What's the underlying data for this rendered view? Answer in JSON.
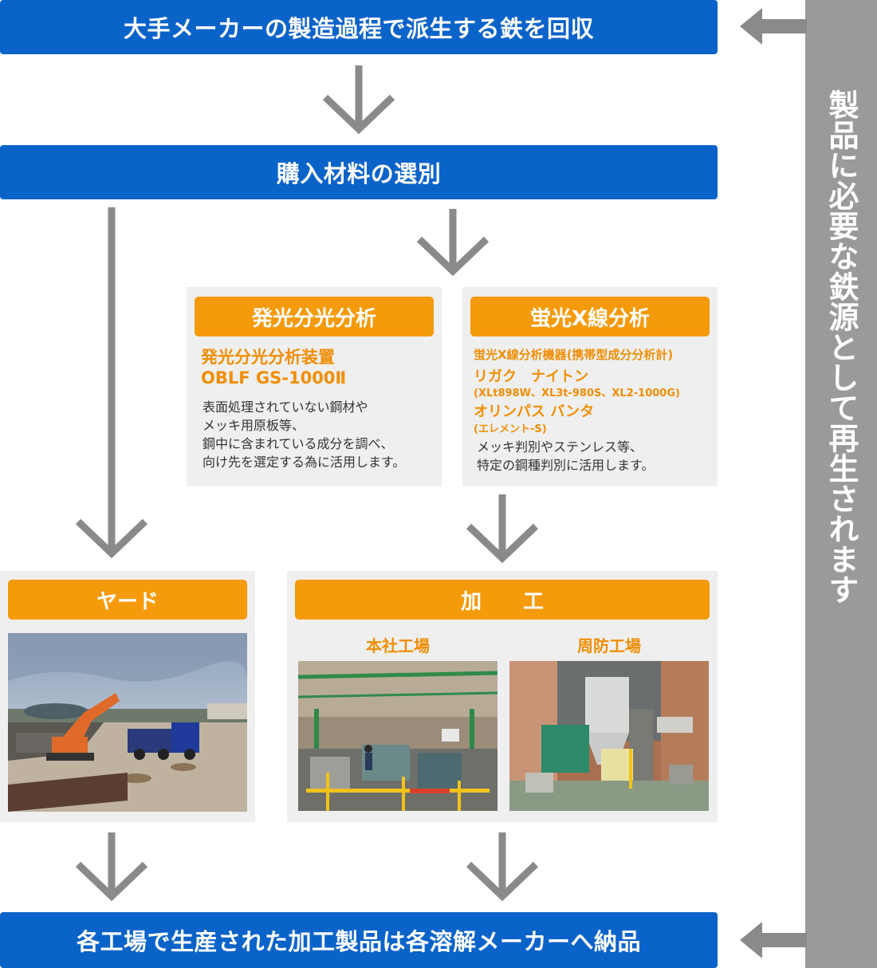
{
  "flow": {
    "step1": "大手メーカーの製造過程で派生する鉄を回収",
    "step2": "購入材料の選別",
    "final": "各工場で生産された加工製品は各溶解メーカーへ納品"
  },
  "side_label": "製品に必要な鉄源として再生されます",
  "oes": {
    "header": "発光分光分析",
    "title_line1": "発光分光分析装置",
    "title_line2": "OBLF GS-1000Ⅱ",
    "desc_lines": [
      "表面処理されていない鋼材や",
      "メッキ用原板等、",
      "鋼中に含まれている成分を調べ、",
      "向け先を選定する為に活用します。"
    ]
  },
  "xrf": {
    "header": "蛍光X線分析",
    "line1": "蛍光X線分析機器(携帯型成分分析計)",
    "line2": "リガク　ナイトン",
    "line3": "(XLt898W、XL3t-980S、XL2-1000G)",
    "line4": "オリンパス バンタ",
    "line5": "(エレメント-S)",
    "desc_lines": [
      "メッキ判別やステンレス等、",
      "特定の鋼種判別に活用します。"
    ]
  },
  "yard": {
    "header": "ヤード"
  },
  "processing": {
    "header": "加　　工",
    "plant1": "本社工場",
    "plant2": "周防工場"
  },
  "colors": {
    "blue": "#0a63c9",
    "orange": "#f59a0a",
    "orange_text": "#f08e05",
    "arrow_gray": "#8a8a8a",
    "panel_gray": "#efefef",
    "sidebar_gray": "#9a9a9a"
  }
}
